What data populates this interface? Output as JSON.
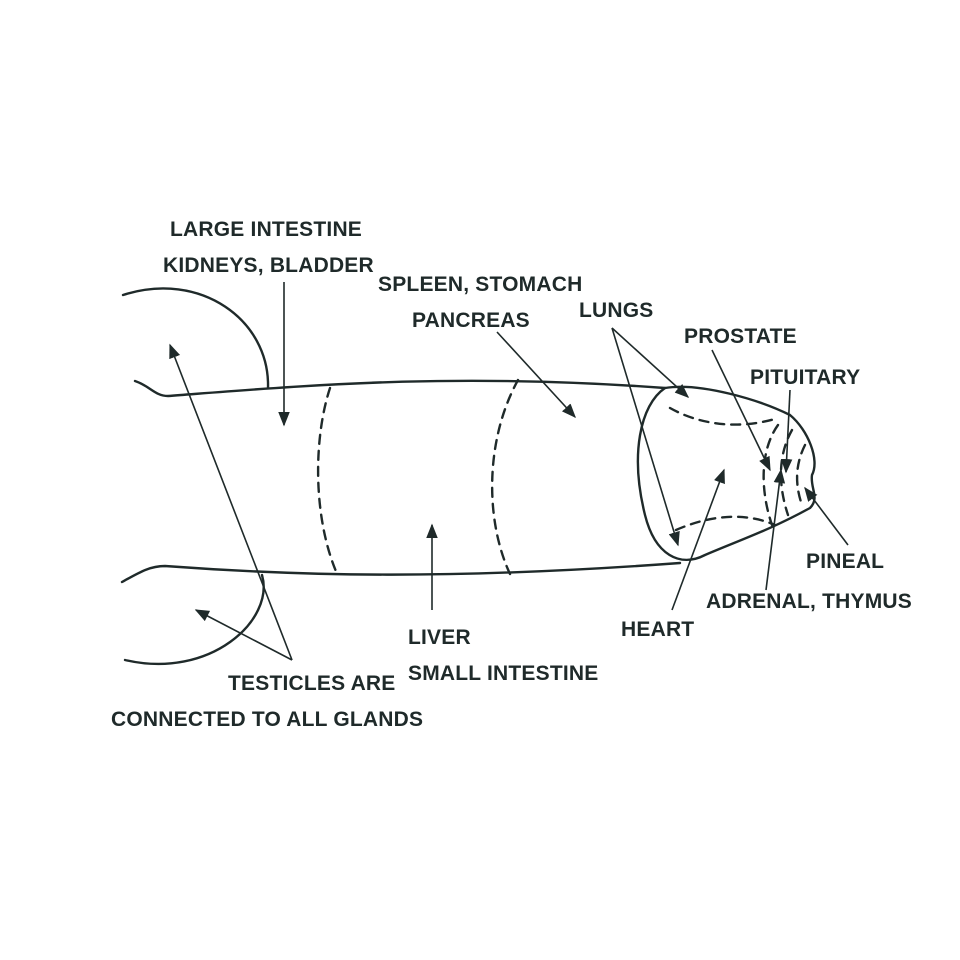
{
  "labels": {
    "large_intestine": "LARGE INTESTINE",
    "kidneys_bladder": "KIDNEYS, BLADDER",
    "spleen_stomach": "SPLEEN, STOMACH",
    "pancreas": "PANCREAS",
    "lungs": "LUNGS",
    "prostate": "PROSTATE",
    "pituitary": "PITUITARY",
    "pineal": "PINEAL",
    "adrenal_thymus": "ADRENAL, THYMUS",
    "heart": "HEART",
    "liver": "LIVER",
    "small_intestine": "SMALL INTESTINE",
    "testicles_line1": "TESTICLES ARE",
    "testicles_line2": "CONNECTED TO ALL GLANDS"
  },
  "colors": {
    "ink": "#1f2a2a",
    "background": "#ffffff"
  }
}
